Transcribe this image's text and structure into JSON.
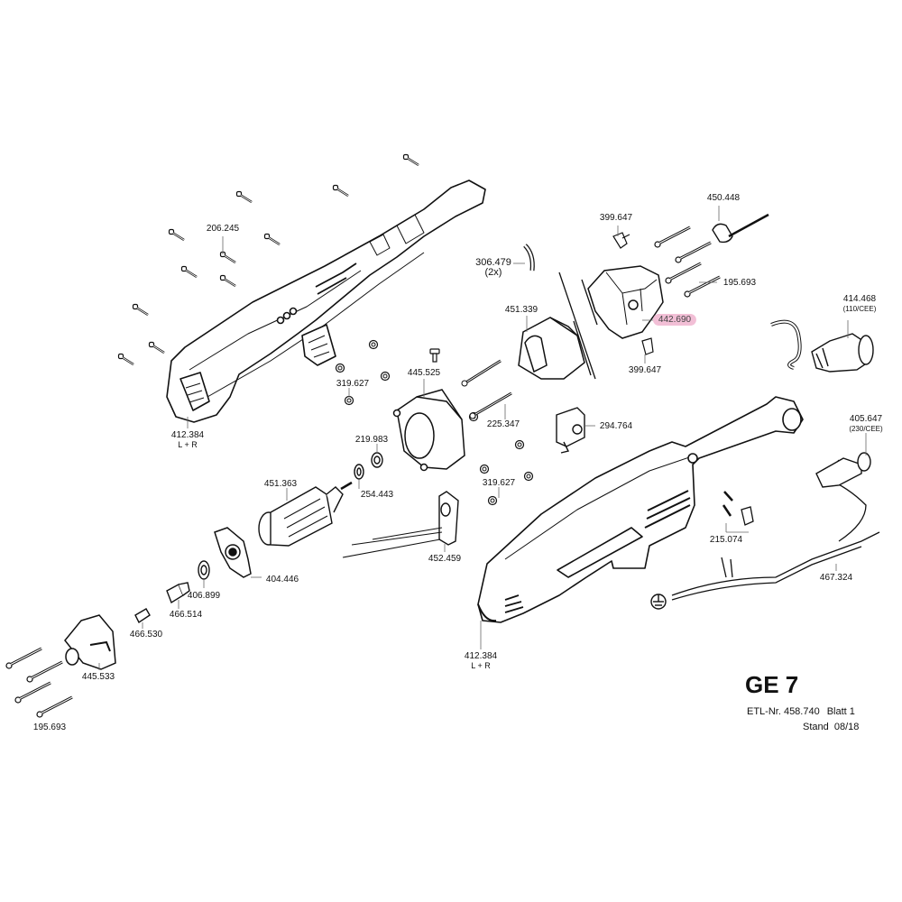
{
  "sheet": {
    "model": "GE 7",
    "etl_label": "ETL-Nr. 458.740",
    "blatt_label": "Blatt 1",
    "stand_label": "Stand  08/18",
    "highlight_color": "#f2bfd6"
  },
  "parts": [
    {
      "id": "p-206245",
      "number": "206.245",
      "note": ""
    },
    {
      "id": "p-412384-a",
      "number": "412.384",
      "note": "L + R"
    },
    {
      "id": "p-319627-a",
      "number": "319.627",
      "note": ""
    },
    {
      "id": "p-306479",
      "number": "306.479",
      "note": "(2x)"
    },
    {
      "id": "p-451339",
      "number": "451.339",
      "note": ""
    },
    {
      "id": "p-399647-a",
      "number": "399.647",
      "note": ""
    },
    {
      "id": "p-450448",
      "number": "450.448",
      "note": ""
    },
    {
      "id": "p-195693-a",
      "number": "195.693",
      "note": ""
    },
    {
      "id": "p-442690",
      "number": "442.690",
      "note": "",
      "highlighted": true
    },
    {
      "id": "p-399647-b",
      "number": "399.647",
      "note": ""
    },
    {
      "id": "p-414468",
      "number": "414.468",
      "note": "(110/CEE)"
    },
    {
      "id": "p-445525",
      "number": "445.525",
      "note": ""
    },
    {
      "id": "p-225347",
      "number": "225.347",
      "note": ""
    },
    {
      "id": "p-294764",
      "number": "294.764",
      "note": ""
    },
    {
      "id": "p-219983",
      "number": "219.983",
      "note": ""
    },
    {
      "id": "p-254443",
      "number": "254.443",
      "note": ""
    },
    {
      "id": "p-319627-b",
      "number": "319.627",
      "note": ""
    },
    {
      "id": "p-405647",
      "number": "405.647",
      "note": "(230/CEE)"
    },
    {
      "id": "p-451363",
      "number": "451.363",
      "note": ""
    },
    {
      "id": "p-452459",
      "number": "452.459",
      "note": ""
    },
    {
      "id": "p-215074",
      "number": "215.074",
      "note": ""
    },
    {
      "id": "p-404446",
      "number": "404.446",
      "note": ""
    },
    {
      "id": "p-406899",
      "number": "406.899",
      "note": ""
    },
    {
      "id": "p-466514",
      "number": "466.514",
      "note": ""
    },
    {
      "id": "p-466530",
      "number": "466.530",
      "note": ""
    },
    {
      "id": "p-467324",
      "number": "467.324",
      "note": ""
    },
    {
      "id": "p-412384-b",
      "number": "412.384",
      "note": "L + R"
    },
    {
      "id": "p-445533",
      "number": "445.533",
      "note": ""
    },
    {
      "id": "p-195693-b",
      "number": "195.693",
      "note": ""
    }
  ]
}
